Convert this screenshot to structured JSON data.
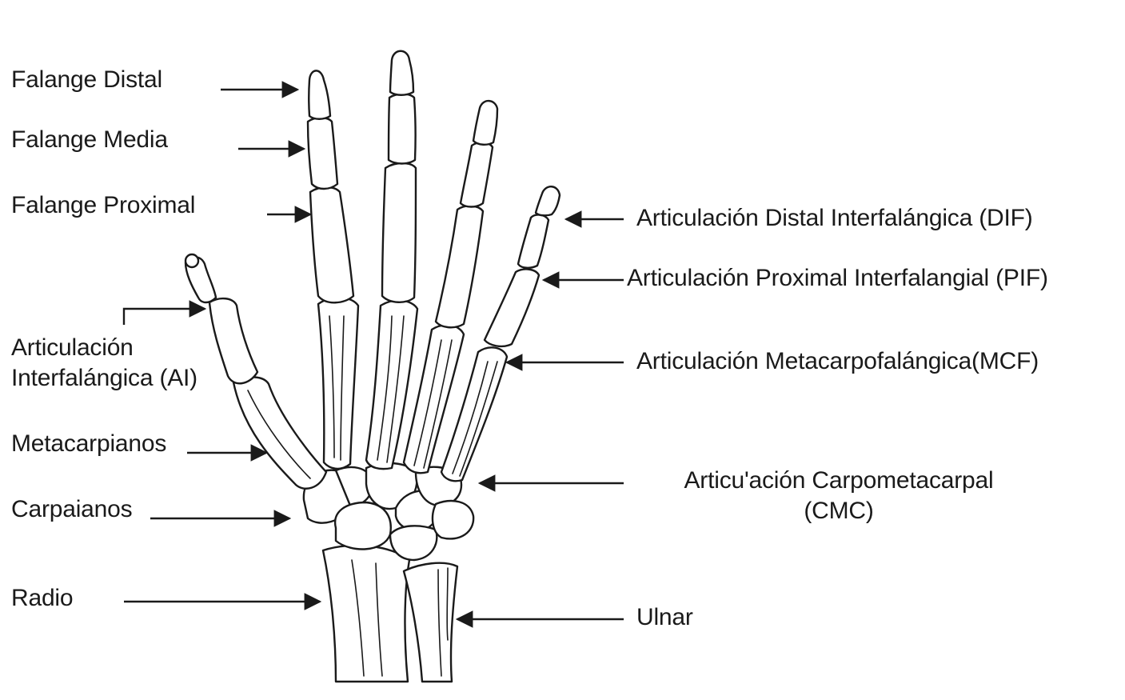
{
  "labels": {
    "falange_distal": "Falange Distal",
    "falange_media": "Falange Media",
    "falange_proximal": "Falange Proximal",
    "articulacion_interfalangica_line1": "Articulación",
    "articulacion_interfalangica_line2": "Interfalángica (AI)",
    "metacarpianos": "Metacarpianos",
    "carpaianos": "Carpaianos",
    "radio": "Radio",
    "dif": "Articulación Distal Interfalángica (DIF)",
    "pif": "Articulación Proximal Interfalangial (PIF)",
    "mcf": "Articulación Metacarpofalángica(MCF)",
    "cmc_line1": "Articu'ación Carpometacarpal",
    "cmc_line2": "(CMC)",
    "ulnar": "Ulnar"
  },
  "colors": {
    "ink": "#1a1a1a",
    "background": "#ffffff"
  }
}
